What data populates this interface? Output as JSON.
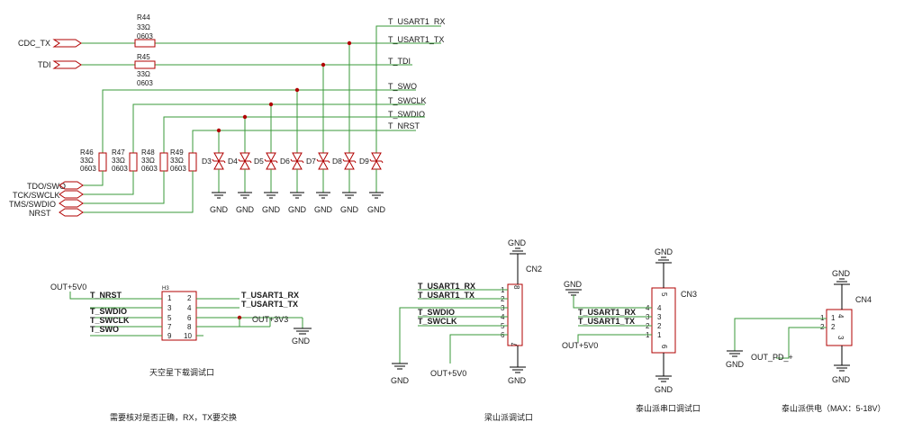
{
  "top_nets": [
    "T_USART1_RX",
    "T_USART1_TX",
    "T_TDI",
    "T_SWO",
    "T_SWCLK",
    "T_SWDIO",
    "T_NRST"
  ],
  "inputs": {
    "cdc_tx": "CDC_TX",
    "tdi": "TDI"
  },
  "series_r": [
    {
      "ref": "R44",
      "val": "33Ω",
      "pkg": "0603"
    },
    {
      "ref": "R45",
      "val": "33Ω",
      "pkg": "0603"
    }
  ],
  "shunt_r": [
    {
      "ref": "R46",
      "val": "33Ω",
      "pkg": "0603"
    },
    {
      "ref": "R47",
      "val": "33Ω",
      "pkg": "0603"
    },
    {
      "ref": "R48",
      "val": "33Ω",
      "pkg": "0603"
    },
    {
      "ref": "R49",
      "val": "33Ω",
      "pkg": "0603"
    }
  ],
  "diodes": [
    "D3",
    "D4",
    "D5",
    "D6",
    "D7",
    "D8",
    "D9"
  ],
  "gnd": "GND",
  "jtag_ports": [
    "TDO/SWO",
    "TCK/SWCLK",
    "TMS/SWDIO",
    "NRST"
  ],
  "h3": {
    "ref": "H3",
    "left_pins": [
      "1",
      "3",
      "5",
      "7",
      "9"
    ],
    "right_pins": [
      "2",
      "4",
      "6",
      "8",
      "10"
    ],
    "left_nets": [
      "T_NRST",
      "T_SWDIO",
      "T_SWCLK",
      "T_SWO"
    ],
    "right_nets": [
      "T_USART1_RX",
      "T_USART1_TX"
    ],
    "pwr_in": "OUT+5V0",
    "pwr_out": "OUT+3V3",
    "caption": "天空星下载调试口"
  },
  "cn2": {
    "ref": "CN2",
    "pins": [
      "1",
      "2",
      "3",
      "4",
      "5",
      "6"
    ],
    "pin_top": "8",
    "pin_bottom": "7",
    "nets": [
      "T_USART1_RX",
      "T_USART1_TX",
      "T_SWDIO",
      "T_SWCLK"
    ],
    "pwr": "OUT+5V0",
    "caption": "梁山派调试口"
  },
  "cn3": {
    "ref": "CN3",
    "pin_top": "5",
    "pins": [
      "4",
      "3",
      "2",
      "1"
    ],
    "pin_bottom": "6",
    "nets": [
      "T_USART1_RX",
      "T_USART1_TX"
    ],
    "pwr": "OUT+5V0",
    "caption": "泰山派串口调试口"
  },
  "cn4": {
    "ref": "CN4",
    "pin_top": "4",
    "pins": [
      "1",
      "2"
    ],
    "pin_bottom": "3",
    "pwr": "OUT_PD_+",
    "caption": "泰山派供电（MAX：5-18V）"
  },
  "note": "需要核对是否正确，RX，TX要交换"
}
